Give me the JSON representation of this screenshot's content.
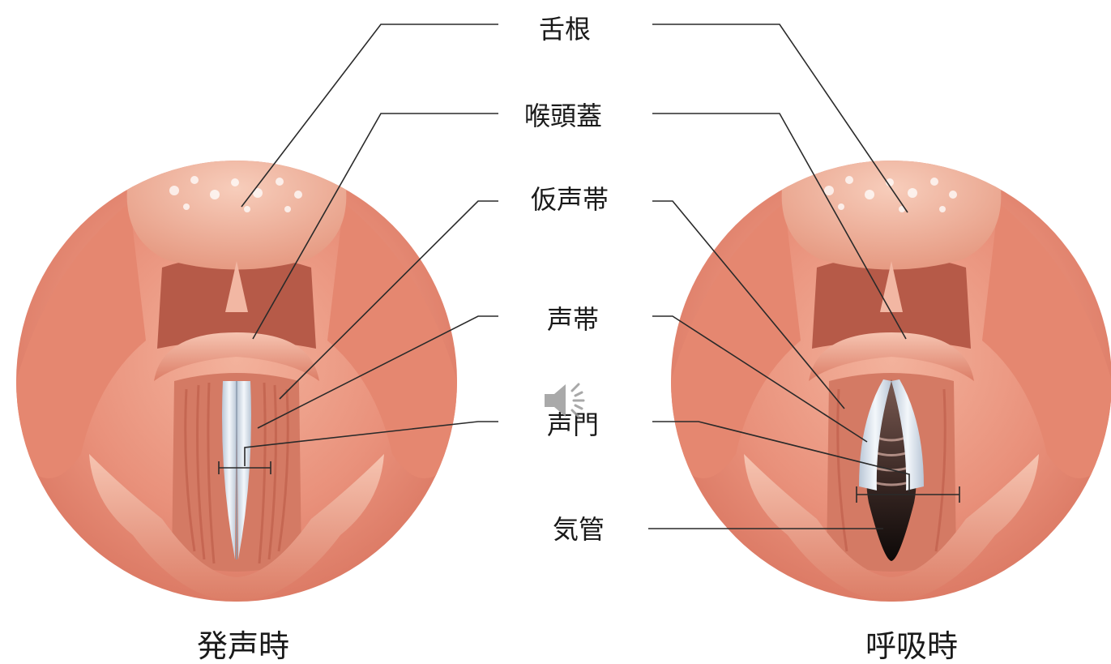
{
  "labels": [
    "舌根",
    "喉頭蓋",
    "仮声帯",
    "声帯",
    "声門",
    "気管"
  ],
  "captions": {
    "left": "発声時",
    "right": "呼吸時"
  },
  "icons": {
    "speaker": "speaker-icon"
  },
  "colors": {
    "tissue": "#e9917b",
    "tissue_light": "#f6c0ac",
    "tissue_dark": "#c8644f",
    "vocal_cord": "#dde6f0",
    "trachea": "#1a1210",
    "leader_line": "#2a2a2a"
  }
}
